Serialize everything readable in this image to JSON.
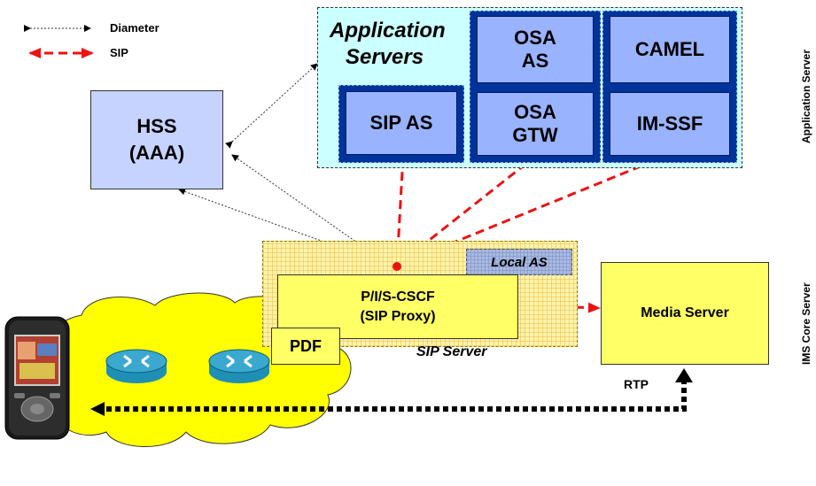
{
  "legend": {
    "diameter_label": "Diameter",
    "sip_label": "SIP"
  },
  "application_servers": {
    "title_line1": "Application",
    "title_line2": "Servers",
    "sip_as": "SIP AS",
    "osa_as_line1": "OSA",
    "osa_as_line2": "AS",
    "osa_gtw_line1": "OSA",
    "osa_gtw_line2": "GTW",
    "camel": "CAMEL",
    "im_ssf": "IM-SSF"
  },
  "hss": {
    "line1": "HSS",
    "line2": "(AAA)"
  },
  "sip_server": {
    "label": "SIP Server",
    "local_as": "Local AS",
    "cscf_line1": "P/I/S-CSCF",
    "cscf_line2": "(SIP Proxy)",
    "pdf": "PDF"
  },
  "media_server": {
    "label": "Media Server"
  },
  "rtp_label": "RTP",
  "side_labels": {
    "application_server": "Application Server",
    "ims_core_server": "IMS Core Server"
  },
  "colors": {
    "sip_arrow": "#ee1111",
    "diameter_arrow": "#333333",
    "as_background": "#ccffff",
    "as_box_outer": "#003399",
    "as_box_inner": "#99b3ff",
    "hss_fill": "#c6d3ff",
    "yellow_box": "#ffff66",
    "cloud": "#ffff00",
    "router": "#1f8fb5"
  }
}
